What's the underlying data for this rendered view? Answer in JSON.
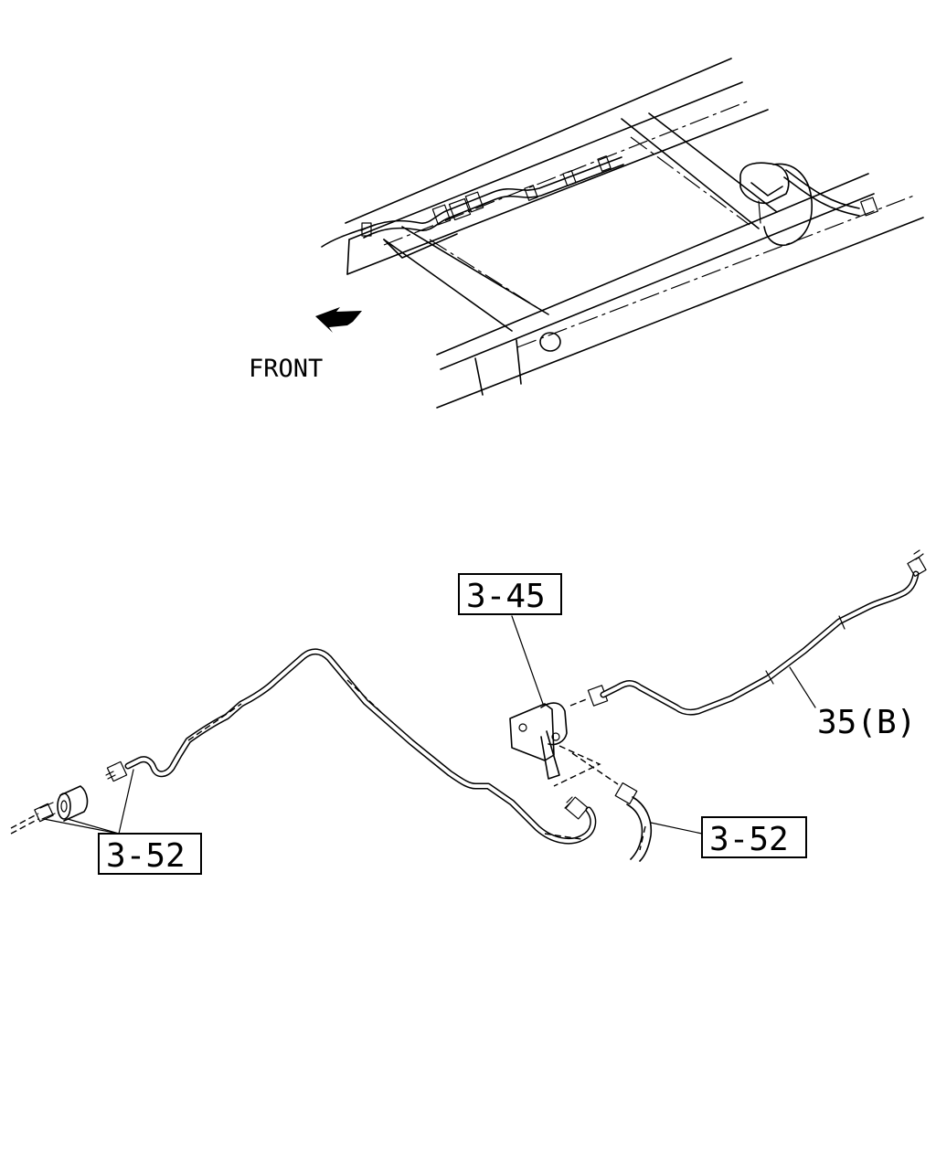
{
  "overview": {
    "direction_label": "FRONT"
  },
  "callouts": {
    "bracket_ref": "3-45",
    "left_fitting_ref": "3-52",
    "right_fitting_ref": "3-52",
    "pipe_part": "35(B)"
  }
}
